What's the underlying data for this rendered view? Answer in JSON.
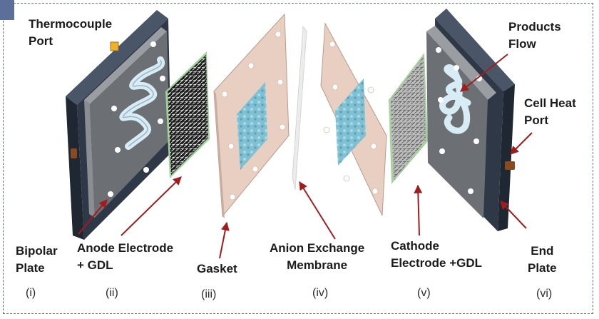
{
  "labels": {
    "thermocouple_port": [
      "Thermocouple",
      "Port"
    ],
    "products_flow": [
      "Products",
      "Flow"
    ],
    "cell_heat_port": [
      "Cell Heat",
      "Port"
    ],
    "bipolar_plate": [
      "Bipolar",
      "Plate"
    ],
    "anode_electrode": [
      "Anode Electrode",
      "+ GDL"
    ],
    "gasket": [
      "Gasket"
    ],
    "anion_exchange_membrane": [
      "Anion Exchange",
      "Membrane"
    ],
    "cathode_electrode": [
      "Cathode",
      "Electrode +GDL"
    ],
    "end_plate": [
      "End",
      "Plate"
    ]
  },
  "numerals": [
    "(i)",
    "(ii)",
    "(iii)",
    "(iv)",
    "(v)",
    "(vi)"
  ],
  "colors": {
    "end_plate": "#2f3847",
    "bipolar_plate": "#6c6f74",
    "gasket": "#e9cfc2",
    "active_area": "#6db3c9",
    "membrane": "#ececec",
    "arrow": "#a11d1d",
    "port": "#f0b12a",
    "heat_port": "#8a4a1f",
    "frame": "#5a6f8e"
  }
}
